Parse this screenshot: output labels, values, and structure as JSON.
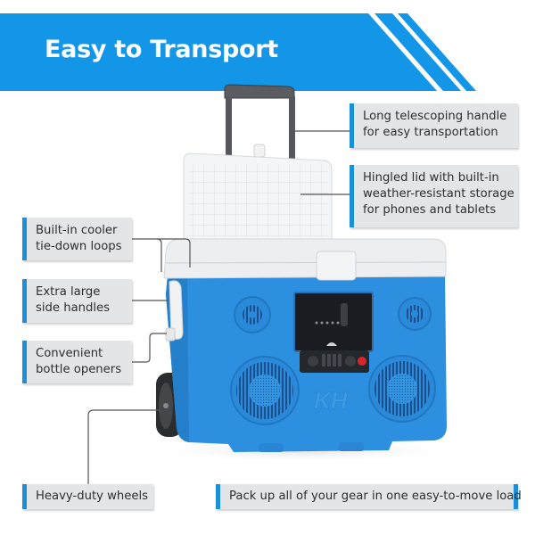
{
  "banner": {
    "title": "Easy to Transport",
    "color": "#1396e8"
  },
  "product": {
    "name": "Rolling Bluetooth speaker cooler",
    "body_color": "#2d8fe0",
    "lid_color": "#eceef0"
  },
  "callouts": {
    "handle": {
      "lines": [
        "Long telescoping handle",
        "for easy transportation"
      ]
    },
    "lid": {
      "lines": [
        "Hingled lid with built-in",
        "weather-resistant storage",
        "for phones and tablets"
      ]
    },
    "tie_down": {
      "lines": [
        "Built-in cooler",
        "tie-down loops"
      ]
    },
    "side_handles": {
      "lines": [
        "Extra large",
        "side handles"
      ]
    },
    "bottle_openers": {
      "lines": [
        "Convenient",
        "bottle openers"
      ]
    },
    "wheels": {
      "lines": [
        "Heavy-duty wheels"
      ]
    },
    "pack_up": {
      "lines": [
        "Pack up all of your gear in one easy-to-move load"
      ]
    }
  },
  "colors": {
    "accent": "#1c8fd8",
    "callout_bg": "#e4e5e7",
    "text": "#2e2e2e",
    "leader_line": "#555555"
  }
}
